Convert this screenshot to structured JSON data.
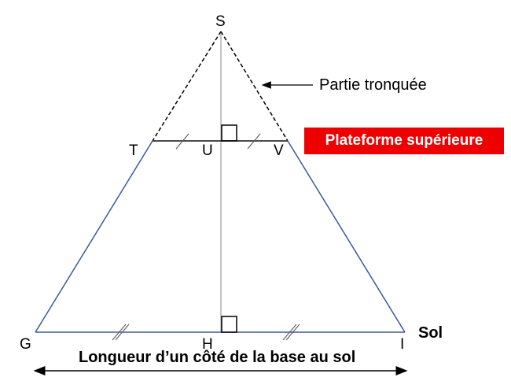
{
  "points": {
    "S": "S",
    "T": "T",
    "U": "U",
    "V": "V",
    "G": "G",
    "H": "H",
    "I": "I"
  },
  "labels": {
    "truncated": "Partie tronquée",
    "platform": "Plateforme supérieure",
    "ground": "Sol",
    "base_length": "Longueur d’un côté de la base au sol"
  },
  "colors": {
    "sides": "#3a5a9a",
    "platform_badge": "#ee0000",
    "height": "#b0b0b0"
  }
}
